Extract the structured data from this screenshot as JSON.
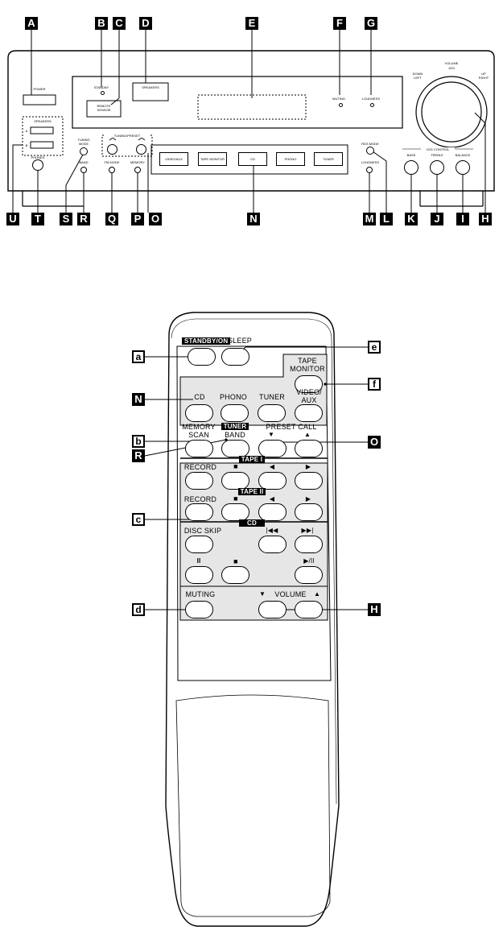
{
  "receiver": {
    "callouts_top": [
      "A",
      "B",
      "C",
      "D",
      "E",
      "F",
      "G"
    ],
    "callouts_bottom": [
      "U",
      "T",
      "S",
      "R",
      "Q",
      "P",
      "O",
      "N",
      "M",
      "L",
      "K",
      "J",
      "I",
      "H"
    ],
    "power": "POWER",
    "standby": "STANDBY",
    "remote_sensor": "REMOTE\nSENSOR",
    "speakers_top": "SPEAKERS",
    "speakers_left": "SPEAKERS",
    "speaker_a": "A",
    "speaker_b": "B",
    "muting": "MUTING",
    "loudness_top": "LOUDNESS",
    "volume": "VOLUME",
    "jog": "JOG",
    "down_left": "DOWN\nLEFT",
    "up_right": "UP\nRIGHT",
    "phones": "PHONES",
    "tuning_mode": "TUNING\nMODE",
    "tuning_preset": "TUNING/PRESET",
    "band": "BAND",
    "fm_mode": "FM MODE",
    "memory": "MEMORY",
    "sources": [
      "VIDEO/AUX",
      "TAPE MONITOR",
      "CD",
      "PHONO",
      "TUNER"
    ],
    "rds_mode": "RDS MODE",
    "loudness": "LOUDNESS",
    "jog_control": "JOG CONTROL",
    "bass": "BASS",
    "treble": "TREBLE",
    "balance": "BALANCE"
  },
  "remote": {
    "callouts_left": [
      "a",
      "N",
      "b",
      "R",
      "c",
      "d"
    ],
    "callouts_right": [
      "e",
      "f",
      "O",
      "H"
    ],
    "standby_on": "STANDBY/ON",
    "sleep": "SLEEP",
    "tape_monitor_1": "TAPE",
    "tape_monitor_2": "MONITOR",
    "cd": "CD",
    "phono": "PHONO",
    "tuner": "TUNER",
    "video_1": "VIDEO/",
    "video_2": "AUX",
    "memory_1": "MEMORY",
    "memory_2": "SCAN",
    "tuner_header": "TUNER",
    "band": "BAND",
    "preset_call": "PRESET CALL",
    "tape1_header": "TAPE I",
    "tape2_header": "TAPE II",
    "cd_header": "CD",
    "record": "RECORD",
    "disc_skip": "DISC SKIP",
    "muting": "MUTING",
    "volume": "VOLUME",
    "glyph_stop": "■",
    "glyph_left": "◀",
    "glyph_right": "▶",
    "glyph_down": "▼",
    "glyph_up": "▲",
    "glyph_prev": "|◀◀",
    "glyph_next": "▶▶|",
    "glyph_pause": "II",
    "glyph_play_pause": "▶/II"
  }
}
